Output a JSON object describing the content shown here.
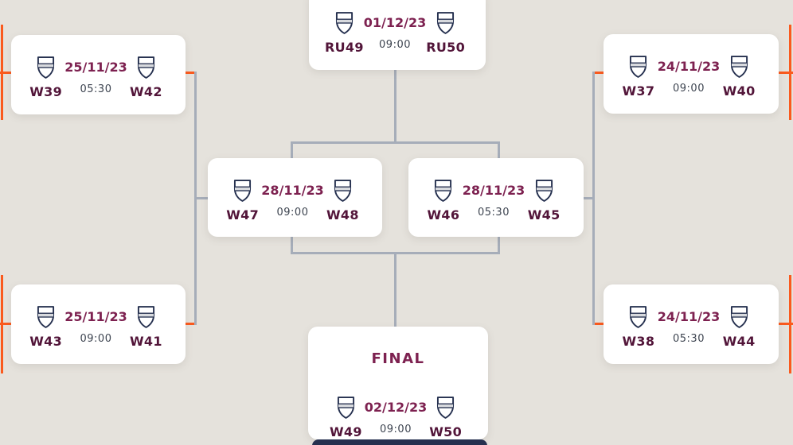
{
  "colors": {
    "bg": "#e5e2dc",
    "card_bg": "#ffffff",
    "accent_orange": "#fa5a1e",
    "line_grey": "#a6adb9",
    "navy": "#25304f",
    "band_grey": "#d8dade",
    "maroon_date": "#7d2150",
    "maroon_team": "#521539",
    "time_grey": "#3d4450"
  },
  "final": {
    "title": "FINAL"
  },
  "matches": [
    {
      "team1": "RU49",
      "team2": "RU50",
      "date": "01/12/23",
      "time": "09:00"
    },
    {
      "team1": "W39",
      "team2": "W42",
      "date": "25/11/23",
      "time": "05:30"
    },
    {
      "team1": "W37",
      "team2": "W40",
      "date": "24/11/23",
      "time": "09:00"
    },
    {
      "team1": "W47",
      "team2": "W48",
      "date": "28/11/23",
      "time": "09:00"
    },
    {
      "team1": "W46",
      "team2": "W45",
      "date": "28/11/23",
      "time": "05:30"
    },
    {
      "team1": "W43",
      "team2": "W41",
      "date": "25/11/23",
      "time": "09:00"
    },
    {
      "team1": "W38",
      "team2": "W44",
      "date": "24/11/23",
      "time": "05:30"
    },
    {
      "team1": "W49",
      "team2": "W50",
      "date": "02/12/23",
      "time": "09:00"
    }
  ]
}
